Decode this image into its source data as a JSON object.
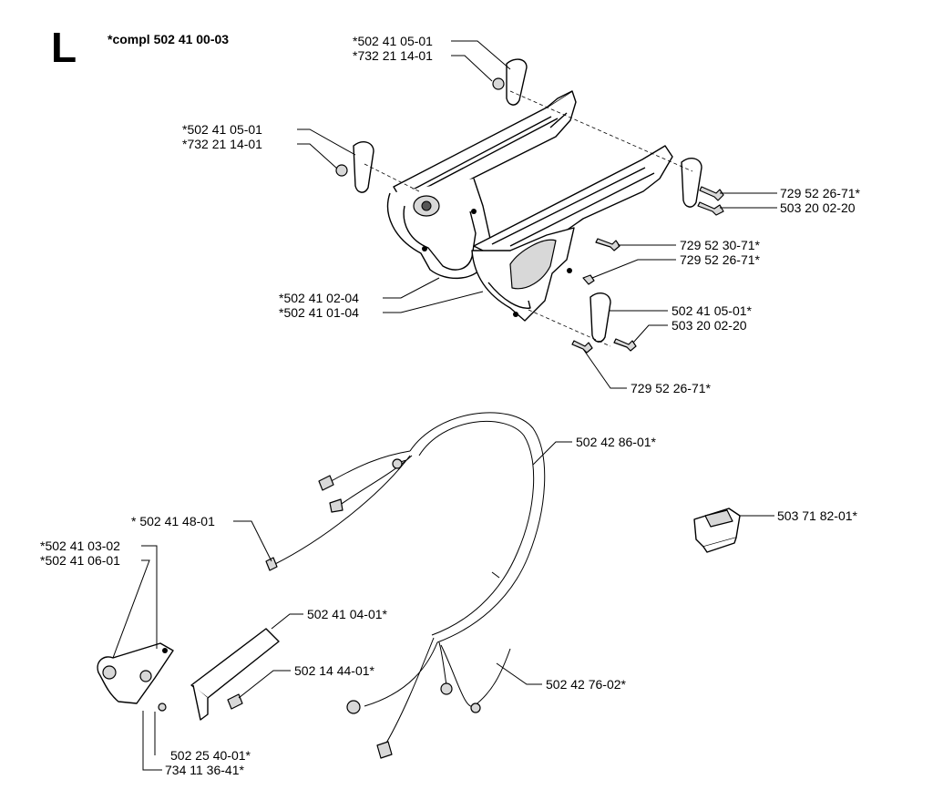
{
  "section_letter": "L",
  "assembly_label": "*compl 502 41 00-03",
  "callouts": {
    "c1": "*502 41 05-01",
    "c2": "*732 21 14-01",
    "c3": "*502 41 05-01",
    "c4": "*732 21 14-01",
    "c5": "729 52 26-71*",
    "c6": "503 20 02-20",
    "c7": "729 52 30-71*",
    "c8": "729 52 26-71*",
    "c9": "*502 41 02-04",
    "c10": "*502 41 01-04",
    "c11": "502 41 05-01*",
    "c12": "503 20 02-20",
    "c13": "729 52 26-71*",
    "c14": "502 42 86-01*",
    "c15": "* 502 41 48-01",
    "c16": "503 71 82-01*",
    "c17": "*502 41 03-02",
    "c18": "*502 41 06-01",
    "c19": "502 41 04-01*",
    "c20": "502 14 44-01*",
    "c21": "502 42 76-02*",
    "c22": "502 25 40-01*",
    "c23": "734 11 36-41*"
  }
}
